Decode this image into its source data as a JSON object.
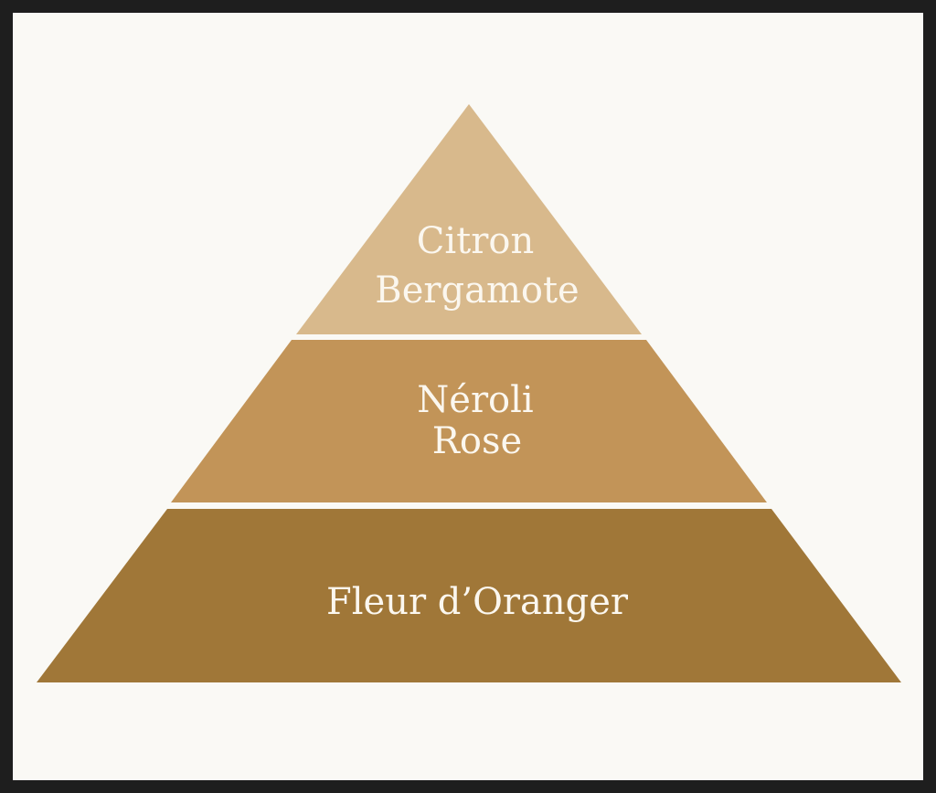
{
  "colors": {
    "frame": "#1e1e1e",
    "background": "#faf9f5",
    "tier_top": "#d8b98c",
    "tier_middle": "#c29458",
    "tier_bottom": "#a07738",
    "text": "#fbf7ef"
  },
  "pyramid": {
    "tiers": [
      {
        "lines": [
          "Citron",
          "Bergamote"
        ]
      },
      {
        "lines": [
          "Néroli",
          "Rose"
        ]
      },
      {
        "lines": [
          "Fleur d’Oranger"
        ]
      }
    ]
  }
}
